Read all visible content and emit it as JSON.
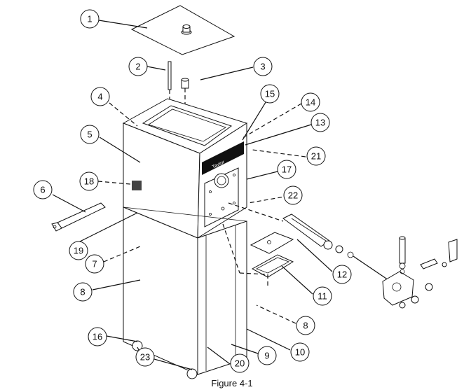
{
  "caption": "Figure 4-1",
  "brand_plate_text": "Taylor",
  "callouts": [
    "1",
    "2",
    "3",
    "4",
    "5",
    "6",
    "7",
    "8",
    "8",
    "10",
    "11",
    "12",
    "13",
    "14",
    "15",
    "16",
    "17",
    "18",
    "19",
    "20",
    "21",
    "22",
    "23",
    "9"
  ]
}
